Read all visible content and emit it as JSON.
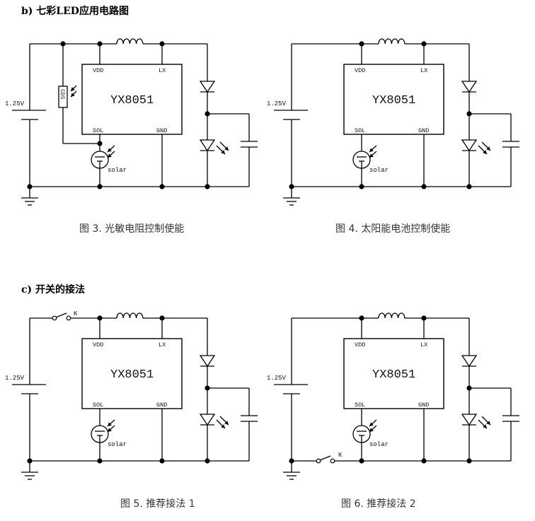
{
  "sections": [
    {
      "heading": "b)  七彩LED应用电路图"
    },
    {
      "heading": "c)  开关的接法"
    }
  ],
  "figures": [
    {
      "caption": "图 3.  光敏电阻控制使能",
      "variant": "ldr"
    },
    {
      "caption": "图 4.  太阳能电池控制使能",
      "variant": "solar"
    },
    {
      "caption": "图 5.  推荐接法 1",
      "variant": "switch-top"
    },
    {
      "caption": "图 6.  推荐接法 2",
      "variant": "switch-bottom"
    }
  ],
  "circuit": {
    "chip_name": "YX8051",
    "pin_vdd": "VDD",
    "pin_lx": "LX",
    "pin_sol": "SOL",
    "pin_gnd": "GND",
    "battery_label": "1.25V",
    "solar_label": "solar",
    "ldr_label": "CDS",
    "switch_label": "K"
  },
  "colors": {
    "line": "#000000",
    "text": "#111111"
  }
}
